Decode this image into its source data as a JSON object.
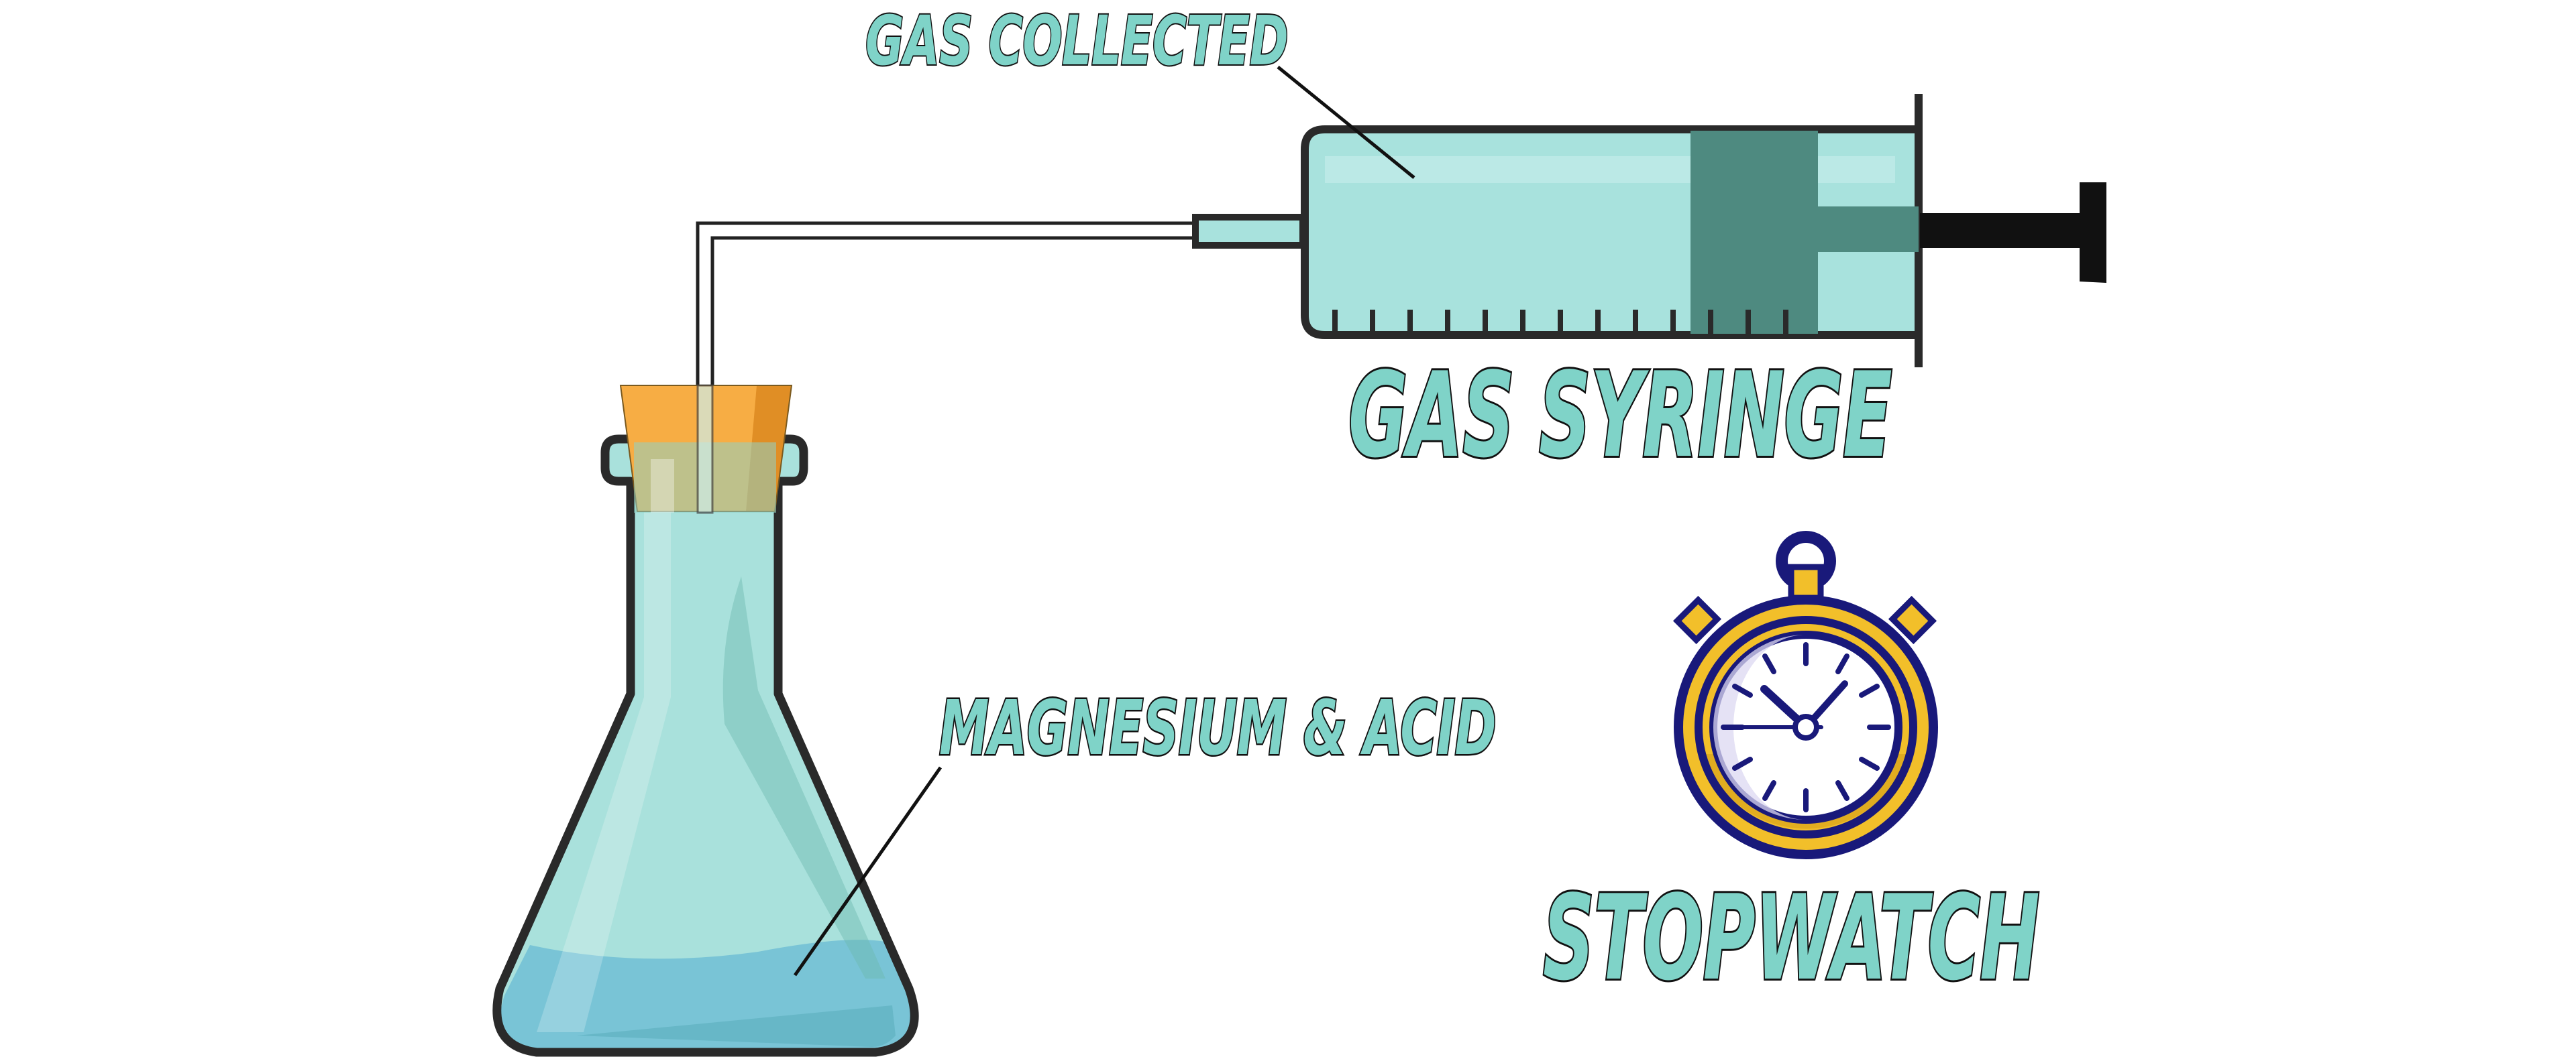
{
  "labels": {
    "gas_collected": "GAS COLLECTED",
    "gas_syringe": "GAS SYRINGE",
    "magnesium_acid": "MAGNESIUM & ACID",
    "stopwatch": "STOPWATCH"
  },
  "colors": {
    "label_fill": "#7fd3c8",
    "label_stroke": "#111111",
    "syringe_gas": "#a8e2dd",
    "syringe_plunger": "#4e8a80",
    "flask_glass": "#a9e1dc",
    "flask_liquid": "#79c4d6",
    "cork": "#f7ad44",
    "stopwatch_gold": "#f2bf2a",
    "stopwatch_navy": "#19197a"
  }
}
